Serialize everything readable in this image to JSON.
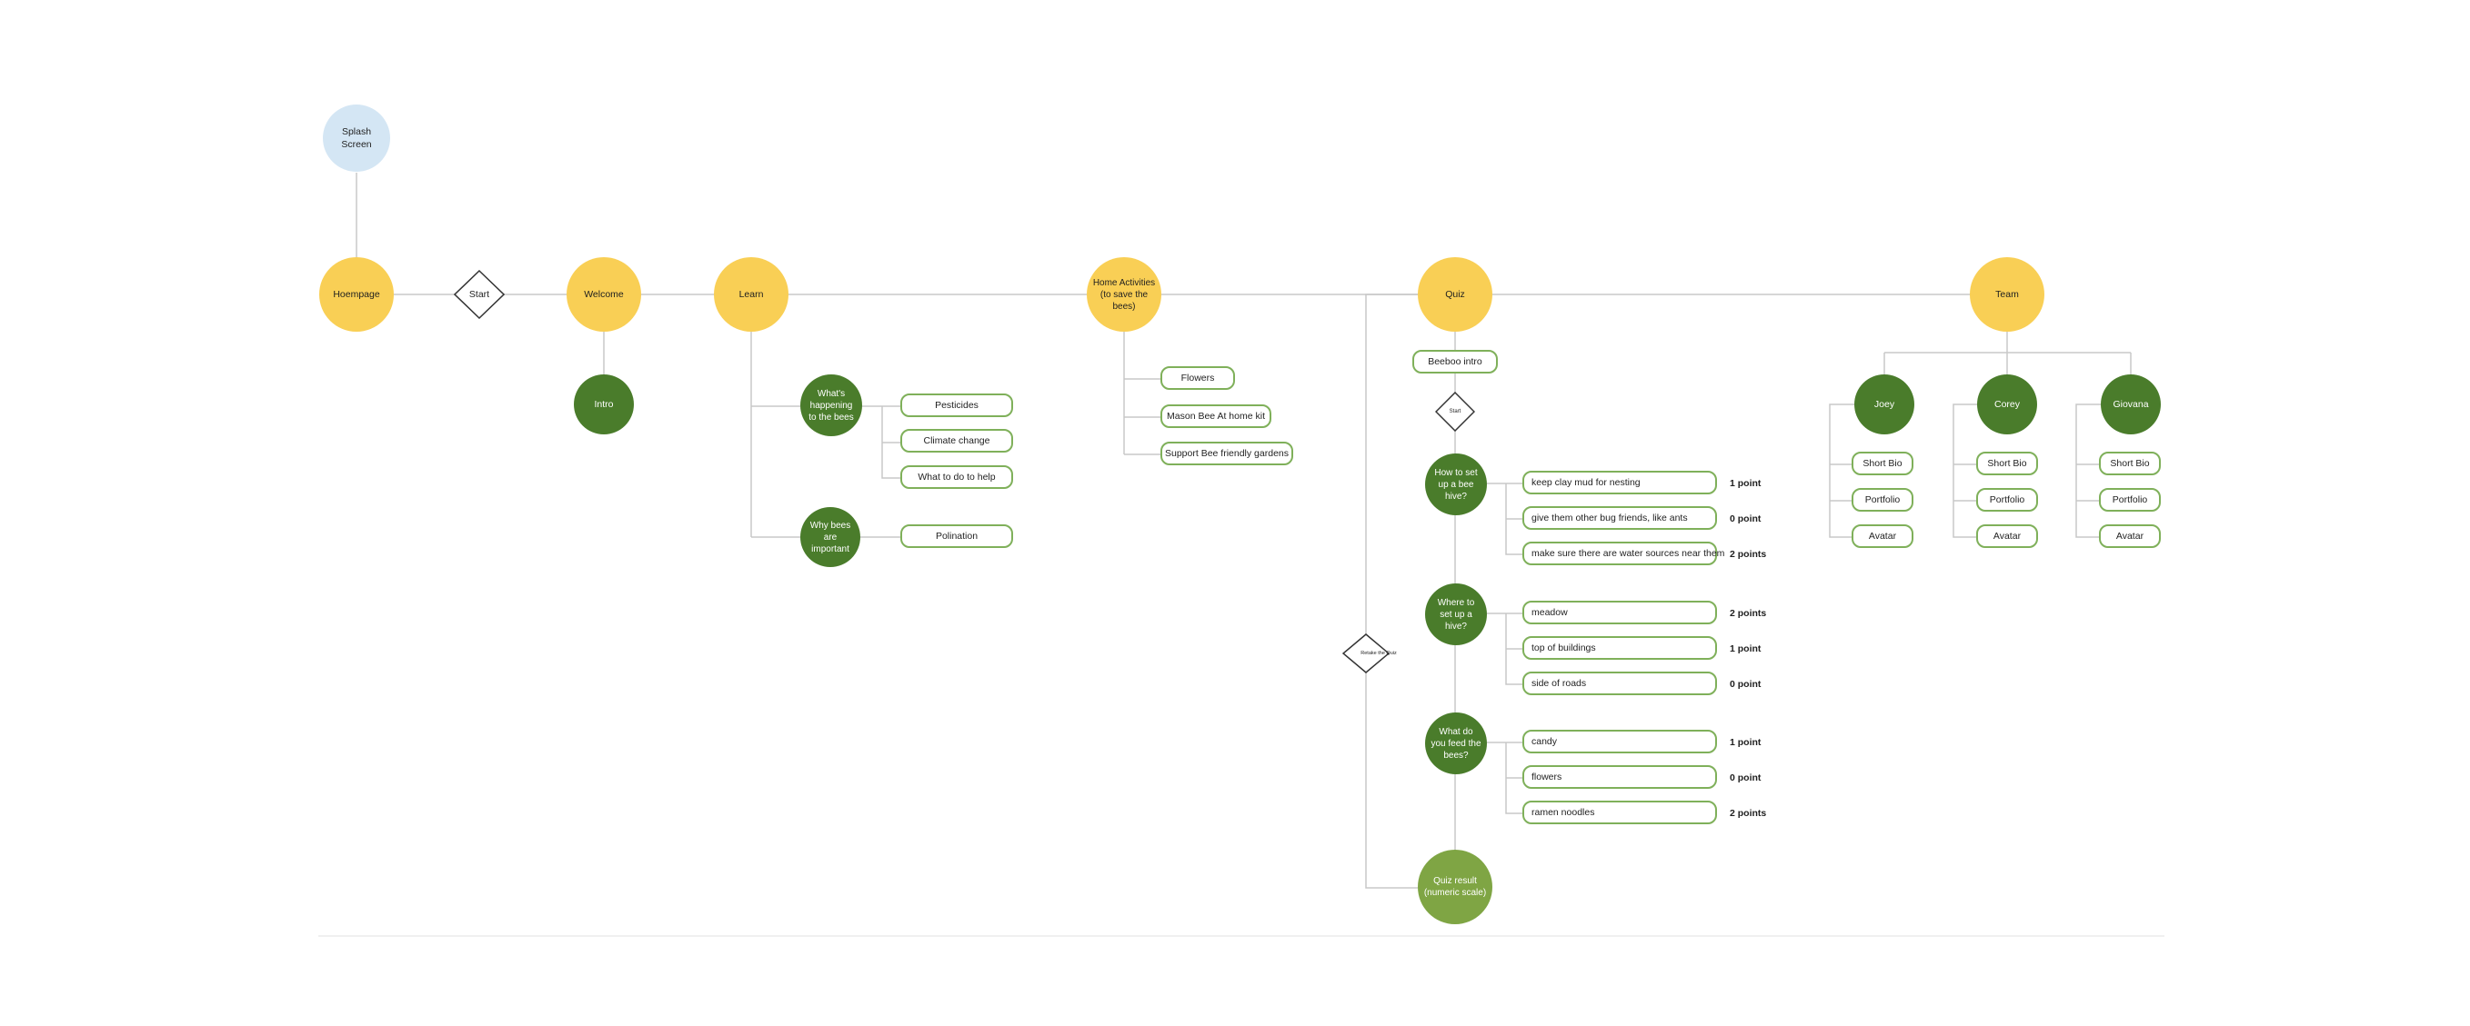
{
  "nodes": {
    "splash": "Splash Screen",
    "homepage": "Hoempage",
    "start": "Start",
    "welcome": "Welcome",
    "intro": "Intro",
    "learn": "Learn",
    "whats_happening": "What's happening to the bees",
    "pesticides": "Pesticides",
    "climate_change": "Climate change",
    "what_to_do": "What to do to help",
    "why_bees": "Why bees are important",
    "polination": "Polination",
    "home_activities": "Home Activities (to save the bees)",
    "flowers": "Flowers",
    "mason_bee": "Mason Bee At home kit",
    "support_bee": "Support Bee friendly gardens",
    "quiz": "Quiz",
    "beeboo_intro": "Beeboo intro",
    "quiz_start": "Start",
    "retake": "Retake the Quiz",
    "q1": "How to set up a bee hive?",
    "q2": "Where to set up a hive?",
    "q3": "What do you feed the bees?",
    "quiz_result": "Quiz result (numeric scale)",
    "team": "Team",
    "joey": "Joey",
    "corey": "Corey",
    "giovana": "Giovana"
  },
  "answers": {
    "q1": [
      {
        "text": "keep clay mud for nesting",
        "points": "1 point"
      },
      {
        "text": "give them other bug friends, like ants",
        "points": "0 point"
      },
      {
        "text": "make sure there are water sources near them",
        "points": "2 points"
      }
    ],
    "q2": [
      {
        "text": "meadow",
        "points": "2 points"
      },
      {
        "text": "top of buildings",
        "points": "1 point"
      },
      {
        "text": "side of roads",
        "points": "0 point"
      }
    ],
    "q3": [
      {
        "text": "candy",
        "points": "1 point"
      },
      {
        "text": "flowers",
        "points": "0 point"
      },
      {
        "text": "ramen noodles",
        "points": "2 points"
      }
    ]
  },
  "team_items": {
    "joey": [
      "Short Bio",
      "Portfolio",
      "Avatar"
    ],
    "corey": [
      "Short Bio",
      "Portfolio",
      "Avatar"
    ],
    "giovana": [
      "Short Bio",
      "Portfolio",
      "Avatar"
    ]
  },
  "colors": {
    "primary_node": "#f9cf55",
    "splash_node": "#d4e6f4",
    "sub_node": "#4a7c2b",
    "result_node": "#7fa544",
    "pill_border": "#7fb05a",
    "connector": "#c8c8c8"
  }
}
